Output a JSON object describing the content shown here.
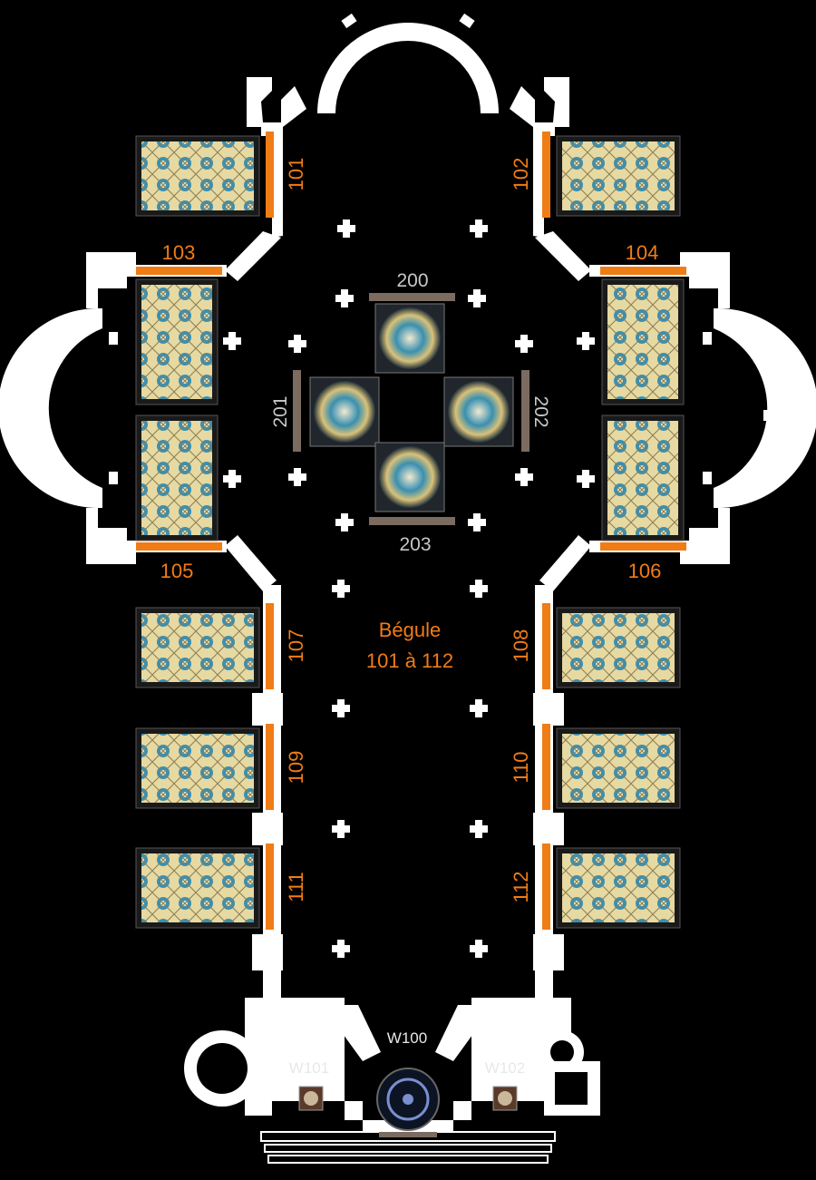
{
  "colors": {
    "background": "#000000",
    "walls": "#ffffff",
    "numbered_bar": "#f07c16",
    "grey_bar": "#7b6b60",
    "orange_text": "#f07c16",
    "grey_text": "#c8c8c8",
    "stained_glass_primary": "#e8dca8",
    "stained_glass_secondary": "#3a8fb0"
  },
  "center_label": {
    "line1": "Bégule",
    "line2": "101 à 112"
  },
  "side_windows": {
    "w101": "101",
    "w102": "102",
    "w103": "103",
    "w104": "104",
    "w105": "105",
    "w106": "106",
    "w107": "107",
    "w108": "108",
    "w109": "109",
    "w110": "110",
    "w111": "111",
    "w112": "112"
  },
  "rose_windows": {
    "w200": "200",
    "w201": "201",
    "w202": "202",
    "w203": "203"
  },
  "west_windows": {
    "w100": "W100",
    "w101": "W101",
    "w102": "W102"
  }
}
